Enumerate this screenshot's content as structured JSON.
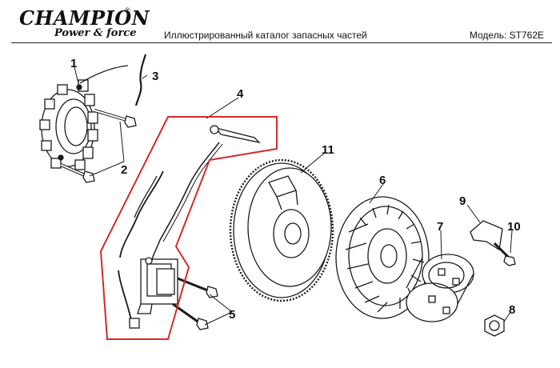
{
  "header": {
    "brand": "CHAMPION",
    "registered_mark": "®",
    "tagline": "Power & force",
    "catalog_title": "Иллюстрированный каталог запасных частей",
    "model": "Модель: ST762E"
  },
  "callouts": {
    "c1": "1",
    "c2": "2",
    "c3": "3",
    "c4": "4",
    "c5": "5",
    "c6": "6",
    "c7": "7",
    "c8": "8",
    "c9": "9",
    "c10": "10",
    "c11": "11"
  },
  "colors": {
    "group_outline": "#d42a2a",
    "line_art": "#1a1a1a"
  }
}
